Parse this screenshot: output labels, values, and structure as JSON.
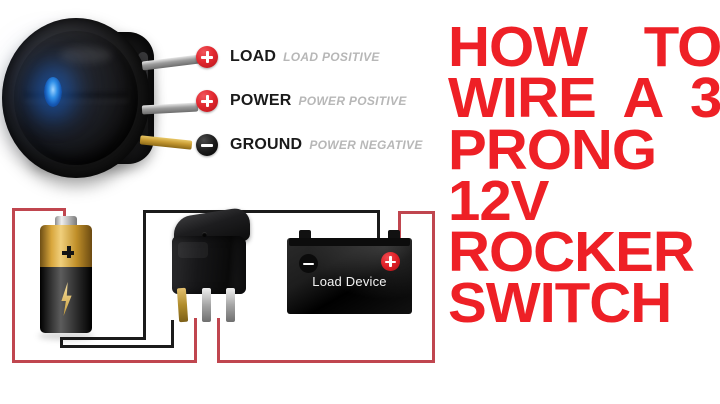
{
  "title": {
    "lines": [
      {
        "id": "line1",
        "words": [
          "HOW",
          "TO"
        ],
        "justified": true
      },
      {
        "id": "line2",
        "words": [
          "WIRE",
          "A",
          "3"
        ],
        "justified": true
      },
      {
        "id": "line3",
        "text": "PRONG"
      },
      {
        "id": "line4",
        "text": "12V"
      },
      {
        "id": "line5",
        "text": "ROCKER"
      },
      {
        "id": "line6",
        "text": "SWITCH"
      }
    ],
    "word_how": "HOW",
    "word_to": "TO",
    "word_wire": "WIRE",
    "word_a": "A",
    "word_3": "3",
    "line_prong": "PRONG",
    "line_12v": "12V",
    "line_rocker": "ROCKER",
    "line_switch": "SWITCH",
    "color": "#EE2026"
  },
  "legend": {
    "items": [
      {
        "badge": "plus-badge-red",
        "term": "LOAD",
        "desc": "LOAD POSITIVE",
        "polarity": "positive"
      },
      {
        "badge": "plus-badge-red",
        "term": "POWER",
        "desc": "POWER POSITIVE",
        "polarity": "positive"
      },
      {
        "badge": "minus-badge-black",
        "term": "GROUND",
        "desc": "POWER NEGATIVE",
        "polarity": "negative"
      }
    ],
    "term_color": "#1A1A1A",
    "desc_color": "#B7B7B7",
    "positive_color": "#E2282F",
    "negative_color": "#111111"
  },
  "switch_photo": {
    "label": "illuminated-round-rocker-switch",
    "led_color": "#2F8FE8",
    "body_color": "#141414",
    "terminals": [
      {
        "name": "load-terminal",
        "finish": "silver"
      },
      {
        "name": "power-terminal",
        "finish": "silver"
      },
      {
        "name": "ground-terminal",
        "finish": "gold"
      }
    ]
  },
  "diagram": {
    "battery": {
      "label": "12v-battery",
      "plus_symbol": "+",
      "icon": "lightning-bolt"
    },
    "switch": {
      "label": "rocker-switch",
      "terminals": [
        {
          "name": "ground-terminal",
          "finish": "gold"
        },
        {
          "name": "power-terminal",
          "finish": "silver"
        },
        {
          "name": "load-terminal",
          "finish": "silver"
        }
      ]
    },
    "load_device": {
      "name": "Load Device",
      "minus_symbol": "-",
      "plus_symbol": "+",
      "text_color": "#F2F2F2"
    },
    "wires": {
      "positive_color": "#C0464F",
      "negative_color": "#1B1B1B"
    }
  }
}
